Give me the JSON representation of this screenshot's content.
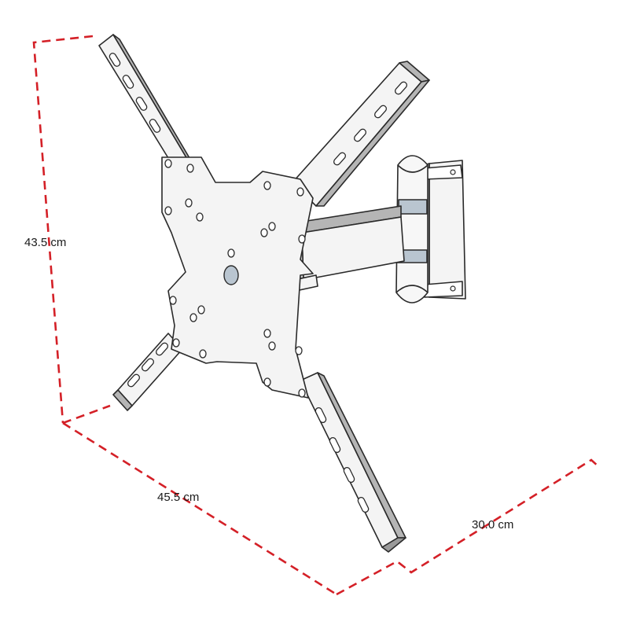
{
  "dimensions": {
    "height": "43.5 cm",
    "width": "45.5 cm",
    "depth": "30.0 cm"
  },
  "colors": {
    "dimension_line": "#d42027",
    "outline": "#2a2a2a",
    "bracket_face": "#f4f4f4",
    "bracket_side": "#b5b5b5",
    "pivot_accent": "#b9c5d0"
  }
}
